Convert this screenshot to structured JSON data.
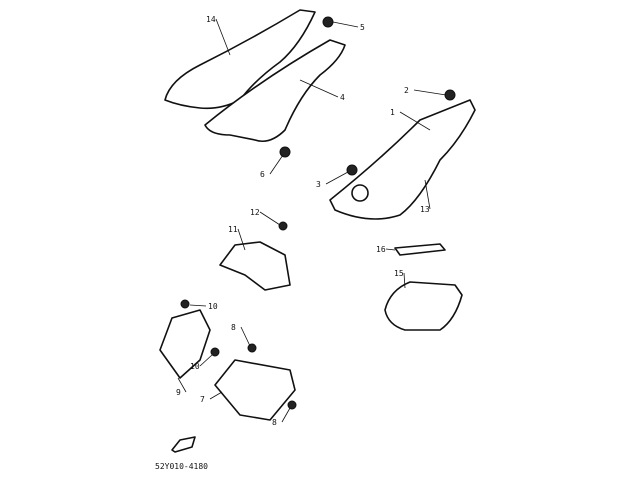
{
  "diagram": {
    "callouts": [
      "14",
      "5",
      "4",
      "2",
      "1",
      "6",
      "3",
      "13",
      "12",
      "11",
      "16",
      "15",
      "10",
      "8",
      "10",
      "9",
      "7",
      "8"
    ],
    "drawing_code": "52Y010-4180"
  }
}
